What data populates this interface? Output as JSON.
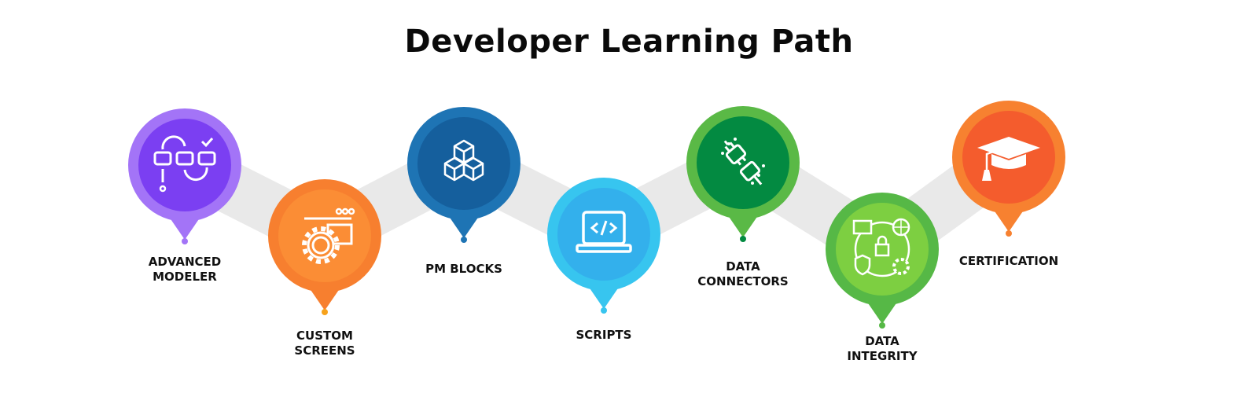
{
  "title": "Developer Learning Path",
  "steps": [
    {
      "label_lines": [
        "ADVANCED",
        "MODELER"
      ],
      "icon": "workflow-icon",
      "outer": "#a374f7",
      "inner": "#7b3ff2",
      "dot": "#a374f7"
    },
    {
      "label_lines": [
        "CUSTOM",
        "SCREENS"
      ],
      "icon": "gear-window-icon",
      "outer": "#f77f2f",
      "inner": "#fb8d35",
      "dot": "#f7a21b"
    },
    {
      "label_lines": [
        "PM BLOCKS"
      ],
      "icon": "cubes-icon",
      "outer": "#1e74b4",
      "inner": "#155f9d",
      "dot": "#1e74b4"
    },
    {
      "label_lines": [
        "SCRIPTS"
      ],
      "icon": "laptop-code-icon",
      "outer": "#37c5ef",
      "inner": "#33b0ec",
      "dot": "#37c5ef"
    },
    {
      "label_lines": [
        "DATA",
        "CONNECTORS"
      ],
      "icon": "plug-icon",
      "outer": "#5ab946",
      "inner": "#038a41",
      "dot": "#038a41"
    },
    {
      "label_lines": [
        "DATA",
        "INTEGRITY"
      ],
      "icon": "security-network-icon",
      "outer": "#56b846",
      "inner": "#7dcf41",
      "dot": "#56b846"
    },
    {
      "label_lines": [
        "CERTIFICATION"
      ],
      "icon": "graduation-cap-icon",
      "outer": "#f78130",
      "inner": "#f45c2d",
      "dot": "#f78130"
    }
  ]
}
